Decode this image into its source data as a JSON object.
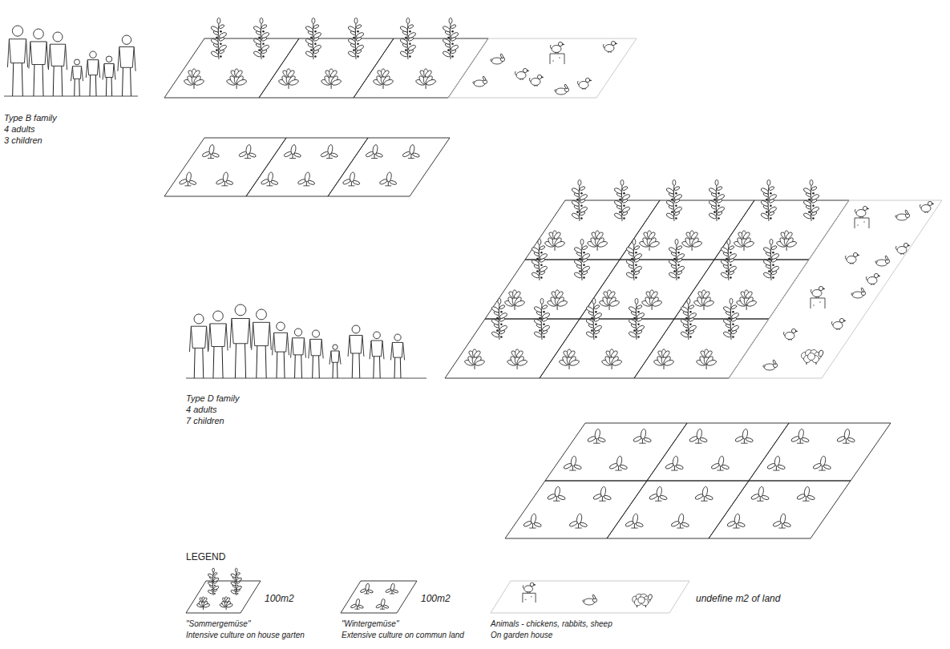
{
  "diagram": {
    "labels": [
      "Type B family",
      "4 adults",
      "3 children",
      "Type D family",
      "4 adults",
      "7 children",
      "LEGEND",
      "100m2",
      "100m2",
      "undefine m2 of land",
      "Intensive culture on house garten",
      "Extensive culture on commun land",
      "On garden house"
    ],
    "legend": [
      {
        "text": "\"Sommergemüse\""
      },
      {
        "text": "\"Wintergemüse\""
      },
      {
        "text": "Animals - chickens, rabbits, sheep"
      }
    ]
  }
}
